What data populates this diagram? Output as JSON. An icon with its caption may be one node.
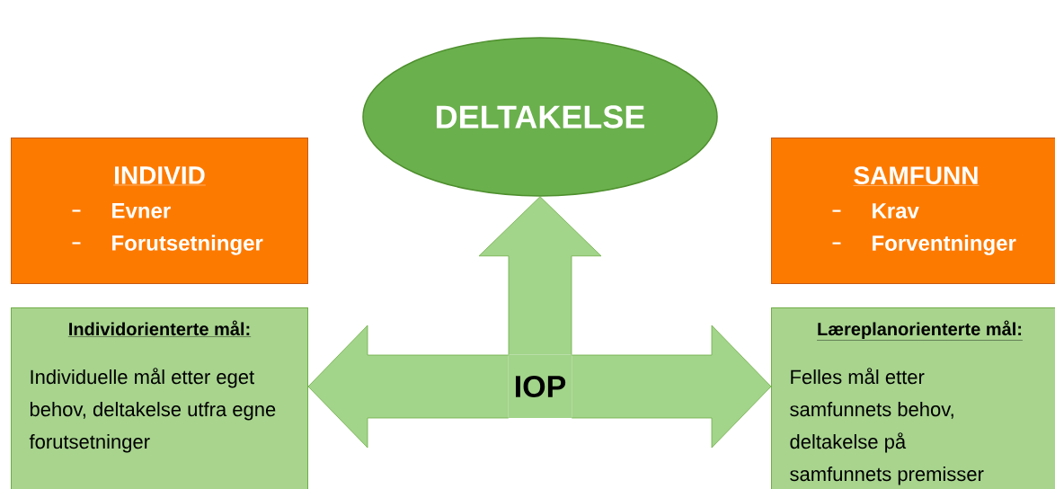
{
  "diagram": {
    "nodes": [
      {
        "text": [
          "DELTAKELSE"
        ]
      },
      {
        "text": [
          "INDIVID",
          "Evner",
          "Forutsetninger"
        ]
      },
      {
        "text": [
          "SAMFUNN",
          "Krav",
          "Forventninger"
        ]
      },
      {
        "text": [
          "Individorienterte mål:",
          "Individuelle mål etter eget behov, deltakelse utfra egne forutsetninger"
        ]
      },
      {
        "text": [
          "IOP"
        ]
      },
      {
        "text": [
          "Læreplanorienterte mål:",
          "Felles mål etter samfunnets behov, deltakelse på samfunnets premisser"
        ]
      }
    ],
    "edges": [
      {
        "from": 4,
        "to": 0,
        "arrow": "to"
      },
      {
        "from": 4,
        "to": 3,
        "arrow": "to"
      },
      {
        "from": 4,
        "to": 5,
        "arrow": "to"
      }
    ]
  }
}
